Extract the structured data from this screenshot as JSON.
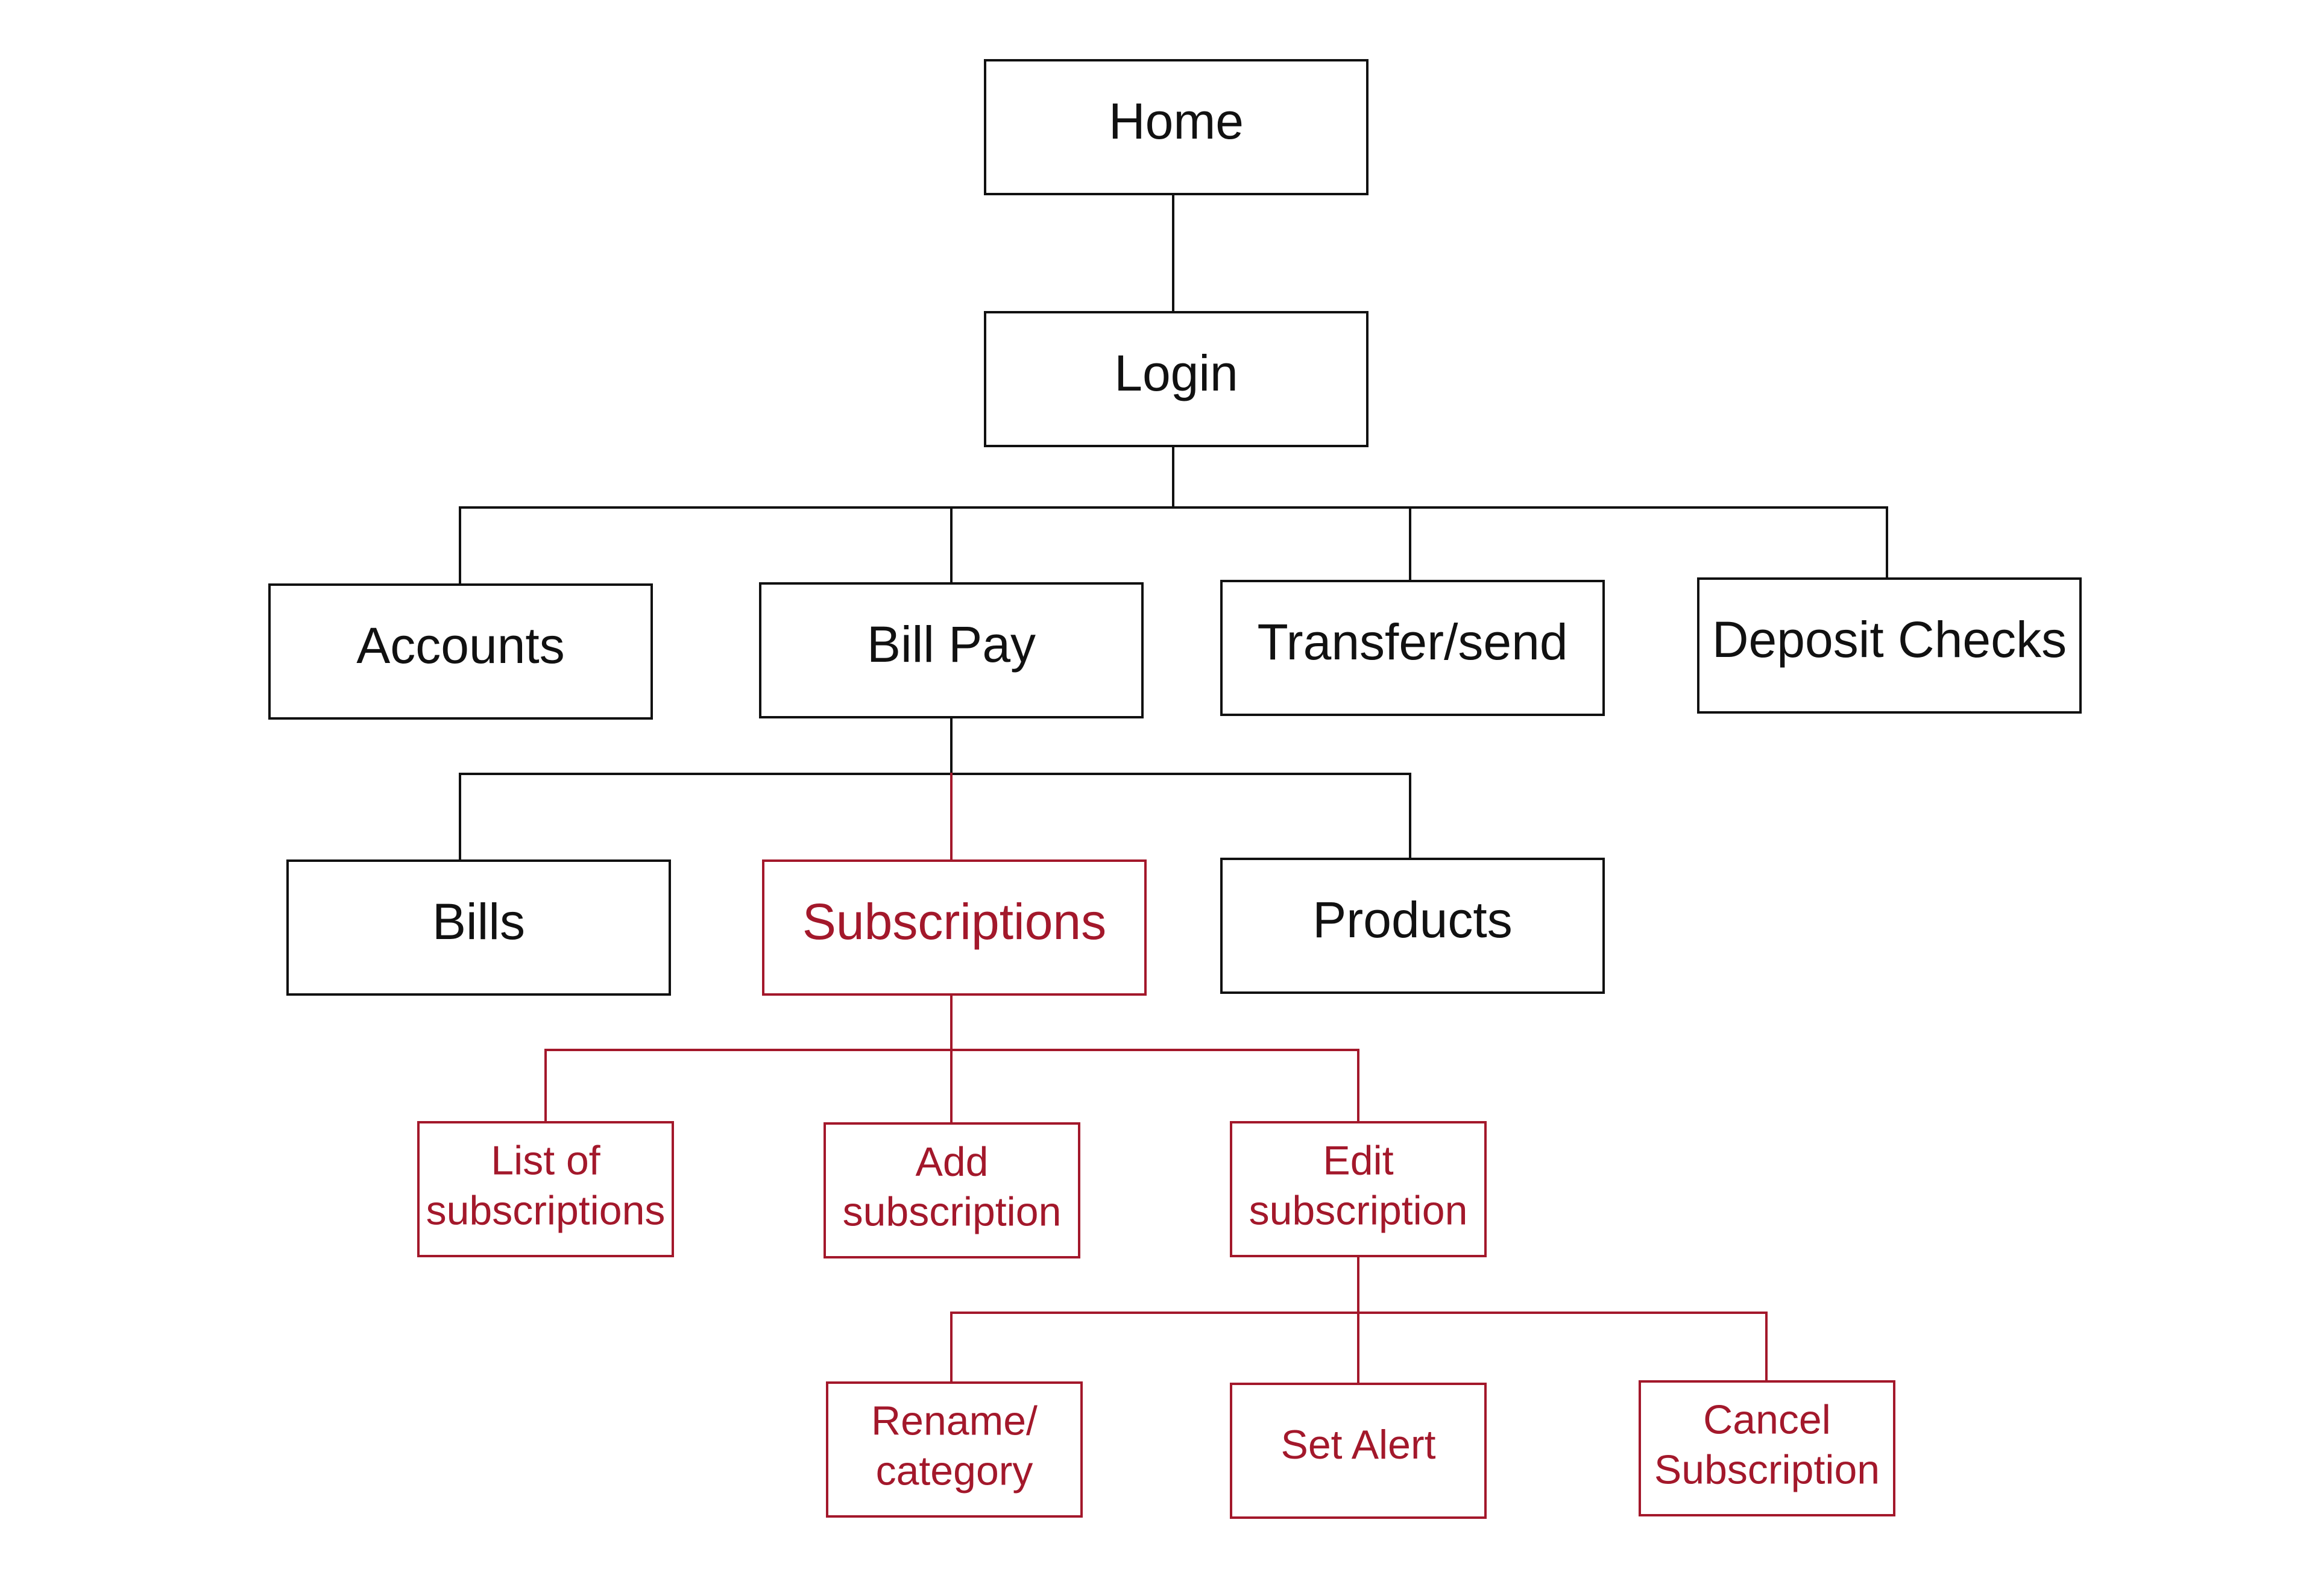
{
  "colors": {
    "default": "#111111",
    "highlight": "#a3182b",
    "background": "#ffffff"
  },
  "nodes": [
    {
      "id": "home",
      "lines": [
        "Home"
      ],
      "color": "default"
    },
    {
      "id": "login",
      "lines": [
        "Login"
      ],
      "color": "default"
    },
    {
      "id": "accounts",
      "lines": [
        "Accounts"
      ],
      "color": "default"
    },
    {
      "id": "bill-pay",
      "lines": [
        "Bill Pay"
      ],
      "color": "default"
    },
    {
      "id": "transfer-send",
      "lines": [
        "Transfer/send"
      ],
      "color": "default"
    },
    {
      "id": "deposit-checks",
      "lines": [
        "Deposit Checks"
      ],
      "color": "default"
    },
    {
      "id": "bills",
      "lines": [
        "Bills"
      ],
      "color": "default"
    },
    {
      "id": "subscriptions",
      "lines": [
        "Subscriptions"
      ],
      "color": "highlight"
    },
    {
      "id": "products",
      "lines": [
        "Products"
      ],
      "color": "default"
    },
    {
      "id": "list-of-subscriptions",
      "lines": [
        "List of",
        "subscriptions"
      ],
      "color": "highlight"
    },
    {
      "id": "add-subscription",
      "lines": [
        "Add",
        "subscription"
      ],
      "color": "highlight"
    },
    {
      "id": "edit-subscription",
      "lines": [
        "Edit",
        "subscription"
      ],
      "color": "highlight"
    },
    {
      "id": "rename-category",
      "lines": [
        "Rename/",
        "category"
      ],
      "color": "highlight"
    },
    {
      "id": "set-alert",
      "lines": [
        "Set Alert"
      ],
      "color": "highlight"
    },
    {
      "id": "cancel-subscription",
      "lines": [
        "Cancel",
        "Subscription"
      ],
      "color": "highlight"
    }
  ],
  "edges": [
    {
      "from": "home",
      "to": "login",
      "color": "default"
    },
    {
      "from": "login",
      "to": "accounts",
      "color": "default"
    },
    {
      "from": "login",
      "to": "bill-pay",
      "color": "default"
    },
    {
      "from": "login",
      "to": "transfer-send",
      "color": "default"
    },
    {
      "from": "login",
      "to": "deposit-checks",
      "color": "default"
    },
    {
      "from": "bill-pay",
      "to": "bills",
      "color": "default"
    },
    {
      "from": "bill-pay",
      "to": "subscriptions",
      "color": "highlight"
    },
    {
      "from": "bill-pay",
      "to": "products",
      "color": "default"
    },
    {
      "from": "subscriptions",
      "to": "list-of-subscriptions",
      "color": "highlight"
    },
    {
      "from": "subscriptions",
      "to": "add-subscription",
      "color": "highlight"
    },
    {
      "from": "subscriptions",
      "to": "edit-subscription",
      "color": "highlight"
    },
    {
      "from": "edit-subscription",
      "to": "rename-category",
      "color": "highlight"
    },
    {
      "from": "edit-subscription",
      "to": "set-alert",
      "color": "highlight"
    },
    {
      "from": "edit-subscription",
      "to": "cancel-subscription",
      "color": "highlight"
    }
  ]
}
